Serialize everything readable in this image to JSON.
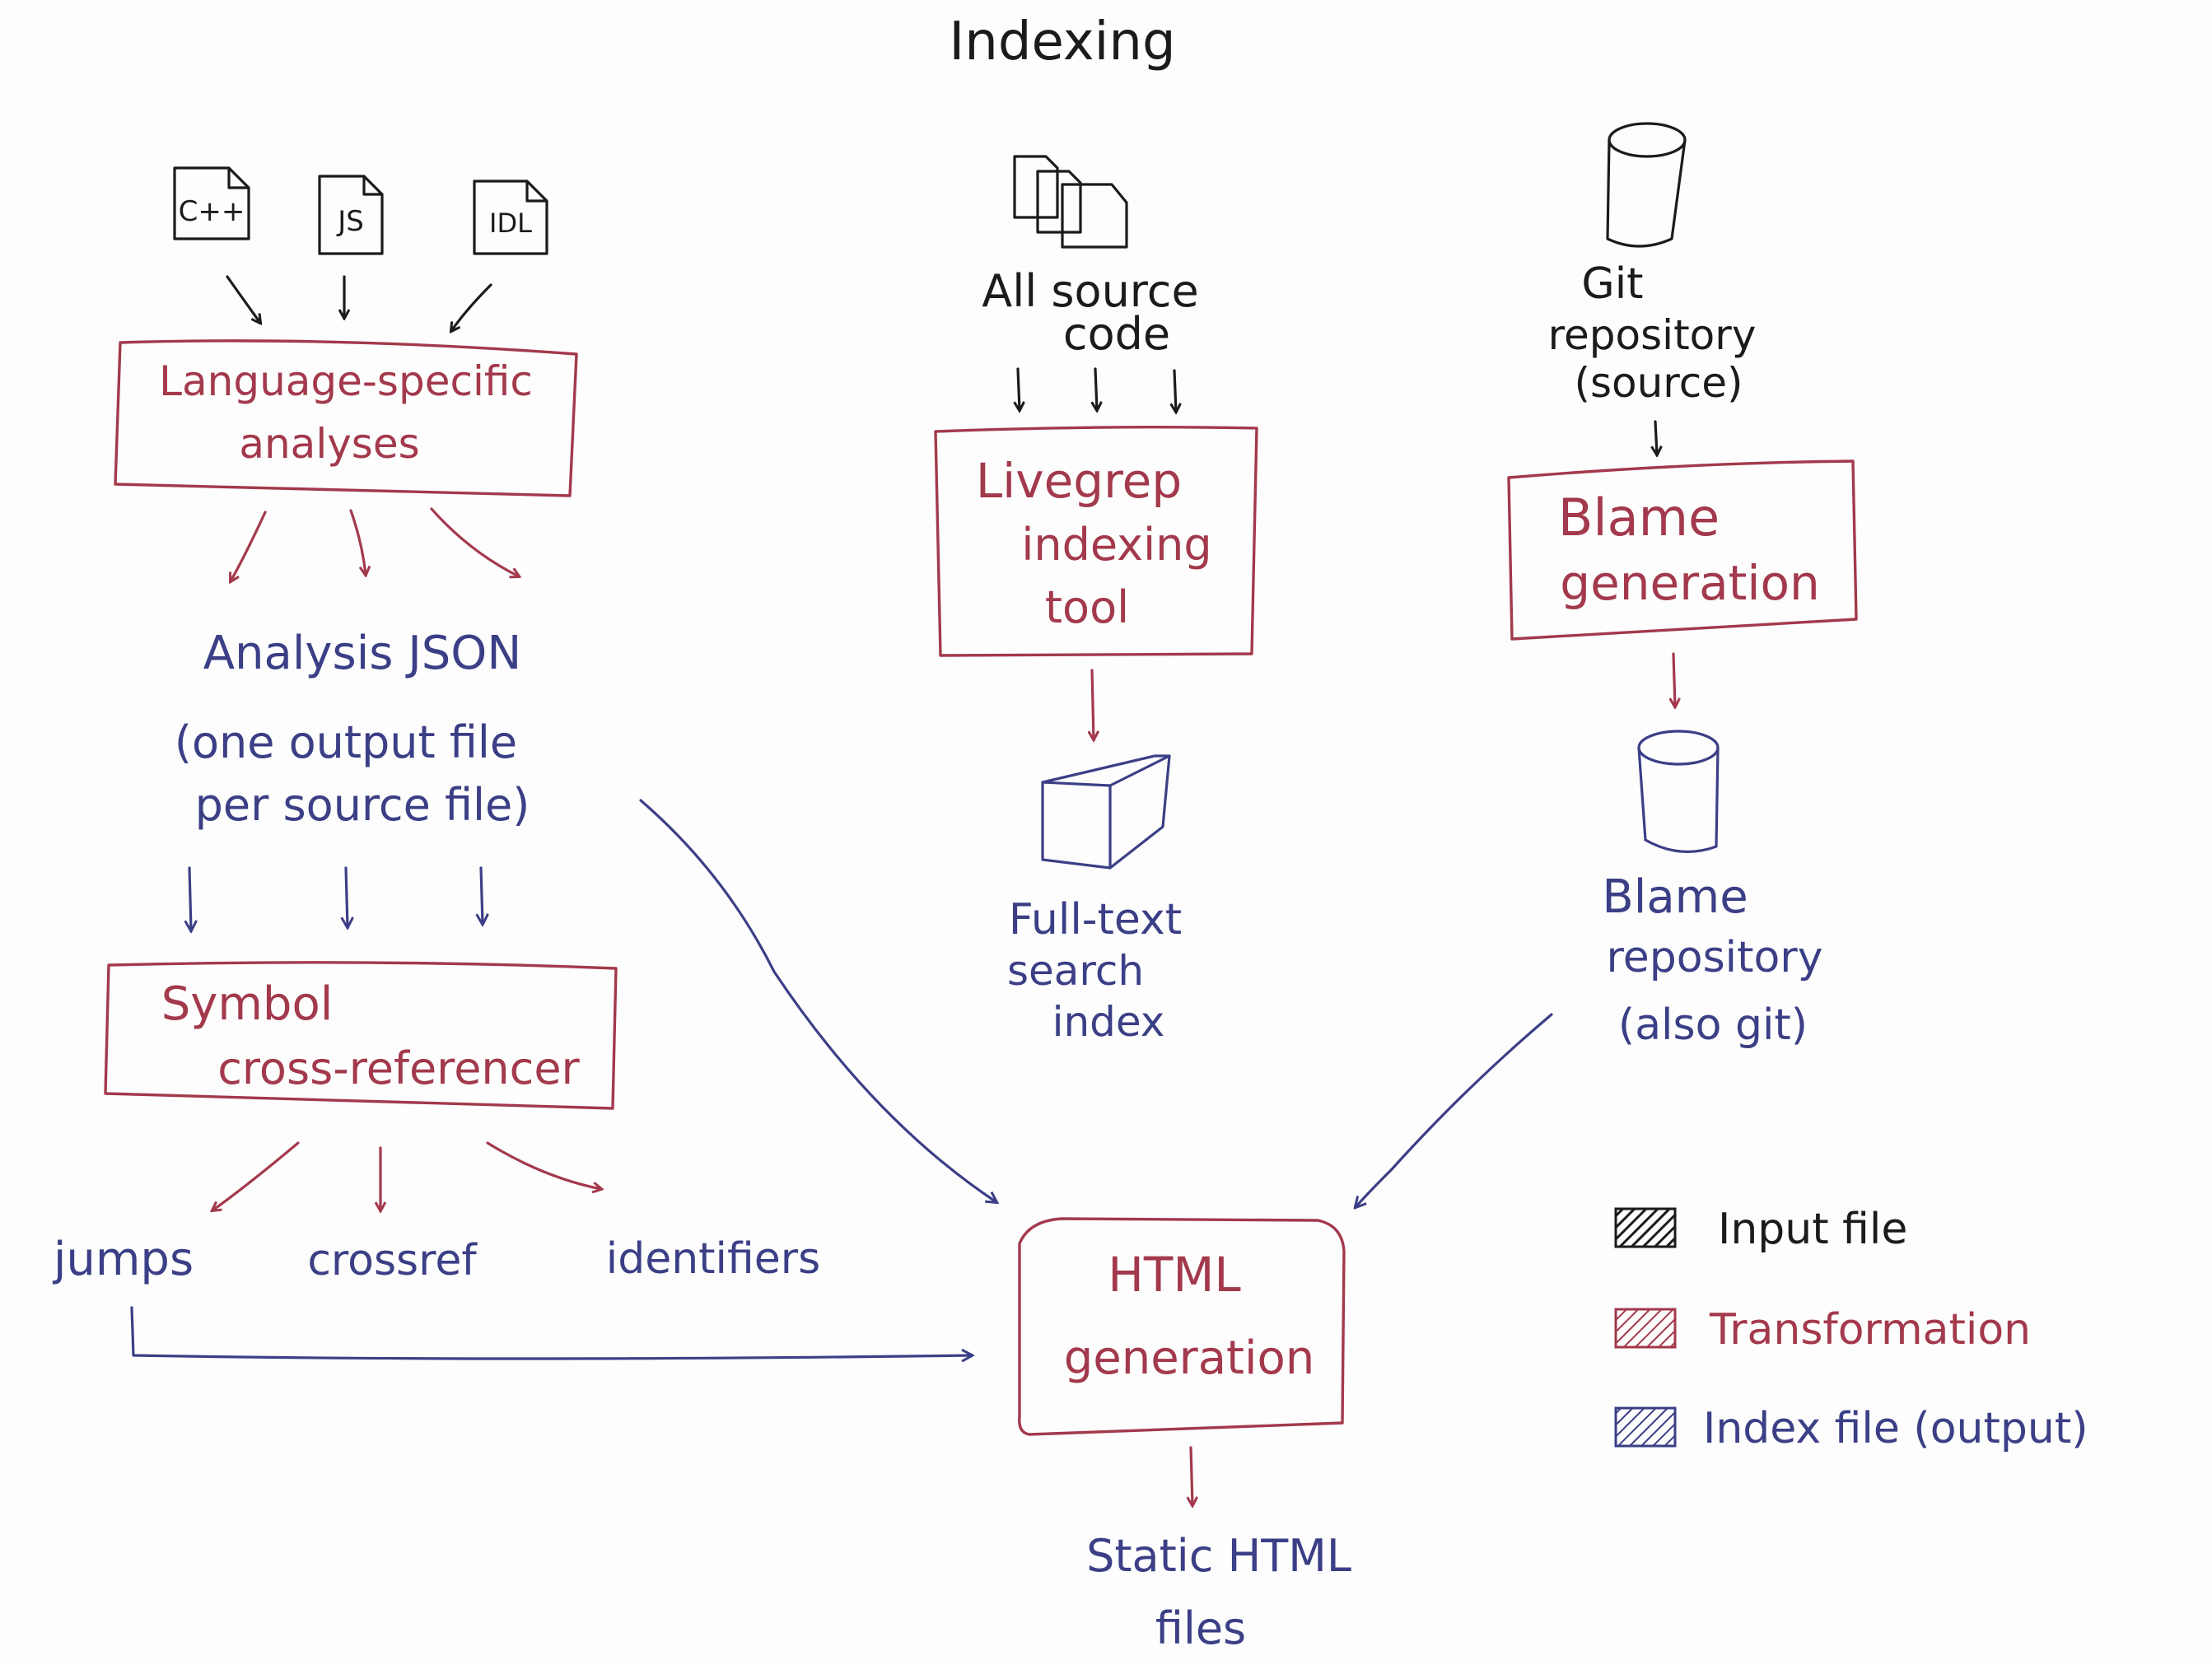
{
  "title": "Indexing",
  "colors": {
    "input": "#1b1b1b",
    "transformation": "#a3394c",
    "index": "#3b3f86"
  },
  "inputs": {
    "file_icons": [
      "C++",
      "JS",
      "IDL"
    ],
    "all_source": [
      "All source",
      "code"
    ],
    "git_repo": [
      "Git",
      "repository",
      "(source)"
    ]
  },
  "transforms": {
    "lang_analyses": [
      "Language-specific",
      "analyses"
    ],
    "livegrep": [
      "Livegrep",
      "indexing",
      "tool"
    ],
    "blame_gen": [
      "Blame",
      "generation"
    ],
    "symbol_xref": [
      "Symbol",
      "cross-referencer"
    ],
    "html_gen": [
      "HTML",
      "generation"
    ]
  },
  "outputs": {
    "analysis_json": [
      "Analysis JSON",
      "(one output file",
      "per source file)"
    ],
    "fulltext": [
      "Full-text",
      "search",
      "index"
    ],
    "blame_repo": [
      "Blame",
      "repository",
      "(also git)"
    ],
    "jumps": "jumps",
    "crossref": "crossref",
    "identifiers": "identifiers",
    "static_html": [
      "Static HTML",
      "files"
    ]
  },
  "legend": [
    {
      "label": "Input file",
      "color": "#1b1b1b"
    },
    {
      "label": "Transformation",
      "color": "#a3394c"
    },
    {
      "label": "Index file (output)",
      "color": "#3b3f86"
    }
  ]
}
